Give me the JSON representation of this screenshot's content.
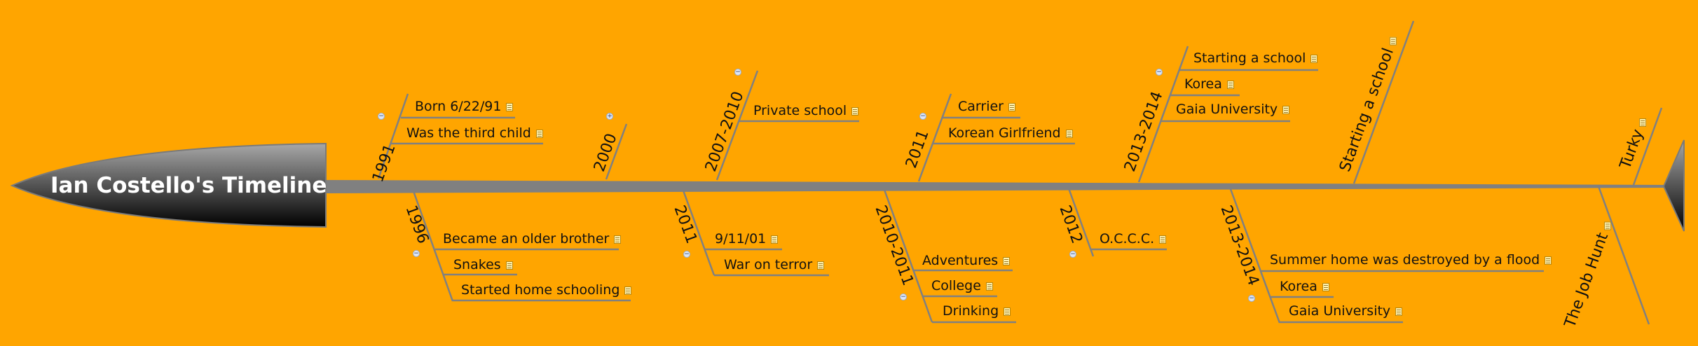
{
  "diagram": {
    "title": "Ian Costello's Timeline",
    "colors": {
      "background": "#FFA500",
      "spine": "#808080",
      "head_gradient": [
        "#A8A8A8",
        "#000000"
      ],
      "text": "#111111"
    },
    "top_branches": [
      {
        "label": "1991",
        "toggle": "−",
        "items": [
          "Born 6/22/91",
          "Was the third child"
        ]
      },
      {
        "label": "2000",
        "toggle": "+",
        "items": []
      },
      {
        "label": "2007-2010",
        "toggle": "−",
        "items": [
          "Private school"
        ]
      },
      {
        "label": "2011",
        "toggle": "−",
        "items": [
          "Carrier",
          "Korean Girlfriend"
        ]
      },
      {
        "label": "2013-2014",
        "toggle": "−",
        "items": [
          "Starting a school",
          "Korea",
          "Gaia University"
        ]
      },
      {
        "label": "Starting a school",
        "toggle": "",
        "items": []
      },
      {
        "label": "Turky",
        "toggle": "",
        "items": []
      }
    ],
    "bottom_branches": [
      {
        "label": "1996",
        "toggle": "−",
        "items": [
          "Became an older brother",
          "Snakes",
          "Started home schooling"
        ]
      },
      {
        "label": "2011",
        "toggle": "−",
        "items": [
          "9/11/01",
          "War on terror"
        ]
      },
      {
        "label": "2010-2011",
        "toggle": "−",
        "items": [
          "Adventures",
          "College",
          "Drinking"
        ]
      },
      {
        "label": "2012",
        "toggle": "−",
        "items": [
          "O.C.C.C."
        ]
      },
      {
        "label": "2013-2014",
        "toggle": "−",
        "items": [
          "Summer home was destroyed by a flood",
          "Korea",
          "Gaia University"
        ]
      },
      {
        "label": "The Job Hunt",
        "toggle": "",
        "items": []
      }
    ]
  }
}
